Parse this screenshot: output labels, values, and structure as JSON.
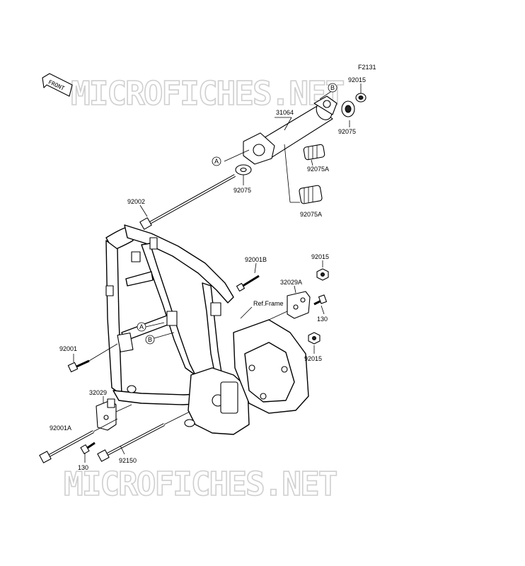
{
  "diagram": {
    "code": "F2131",
    "watermark": "MICROFICHES.NET",
    "front_label": "FRONT",
    "ref_label": "Ref.Frame",
    "refs": {
      "a": "A",
      "b": "B"
    },
    "parts": {
      "p31064": "31064",
      "p92015_top": "92015",
      "p92075_right": "92075",
      "p92075_left": "92075",
      "p92075A_upper": "92075A",
      "p92075A_lower": "92075A",
      "p92002": "92002",
      "p92001B": "92001B",
      "p92015_mid": "92015",
      "p32029A": "32029A",
      "p130_right": "130",
      "p92015_low": "92015",
      "p92001": "92001",
      "p32029": "32029",
      "p92001A": "92001A",
      "p130_left": "130",
      "p92150": "92150"
    }
  }
}
